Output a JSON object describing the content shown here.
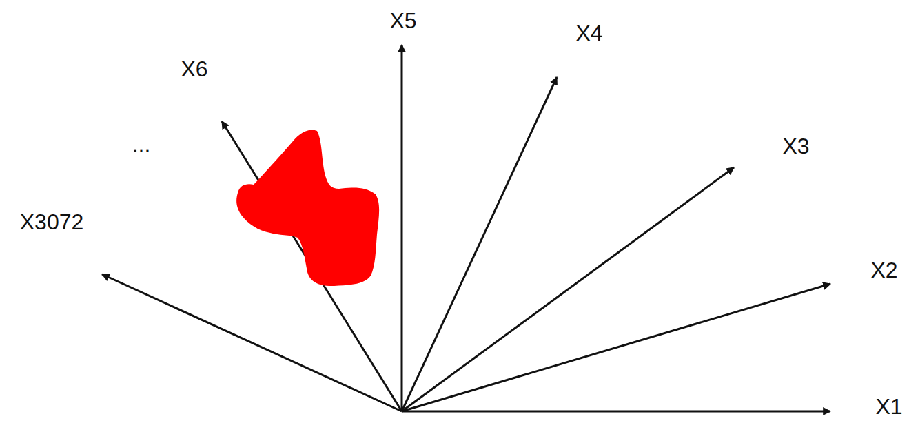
{
  "diagram": {
    "labels": [
      "X5",
      "X4",
      "X6",
      "X3",
      "...",
      "X3072",
      "X2",
      "X1"
    ]
  }
}
